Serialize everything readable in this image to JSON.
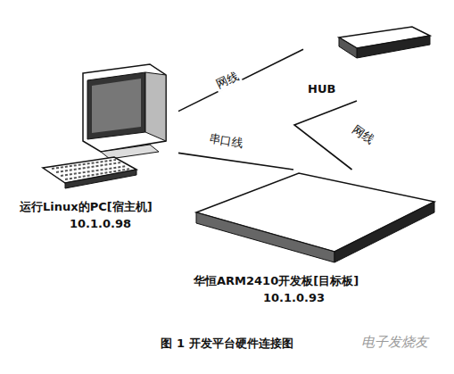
{
  "diagram": {
    "caption": "图 1 开发平台硬件连接图",
    "nodes": [
      {
        "text": [
          "HUB"
        ]
      },
      {
        "text": [
          "运行Linux的PC[宿主机]",
          "10.1.0.98"
        ]
      },
      {
        "text": [
          "华恒ARM2410开发板[目标板]",
          "10.1.0.93"
        ]
      }
    ],
    "edges": [
      {
        "from": 1,
        "to": 0,
        "label": "网线",
        "arrow": "none"
      },
      {
        "from": 0,
        "to": 2,
        "label": "网线",
        "arrow": "none"
      },
      {
        "from": 1,
        "to": 2,
        "label": "串口线",
        "arrow": "none"
      }
    ],
    "labels": [
      "电子发烧友"
    ]
  }
}
